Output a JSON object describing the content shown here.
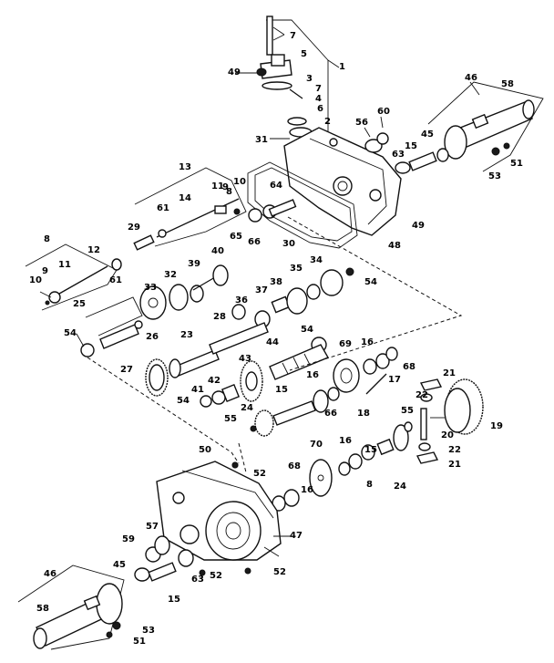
{
  "diagram": {
    "callouts": [
      {
        "id": "c1",
        "text": "1"
      },
      {
        "id": "c2",
        "text": "2"
      },
      {
        "id": "c3",
        "text": "3"
      },
      {
        "id": "c5",
        "text": "5"
      },
      {
        "id": "c6",
        "text": "6"
      },
      {
        "id": "c7a",
        "text": "7"
      },
      {
        "id": "c7b",
        "text": "7"
      },
      {
        "id": "c4",
        "text": "4"
      },
      {
        "id": "c49a",
        "text": "49"
      },
      {
        "id": "c31",
        "text": "31"
      },
      {
        "id": "c56",
        "text": "56"
      },
      {
        "id": "c60",
        "text": "60"
      },
      {
        "id": "c46a",
        "text": "46"
      },
      {
        "id": "c58a",
        "text": "58"
      },
      {
        "id": "c45a",
        "text": "45"
      },
      {
        "id": "c15a",
        "text": "15"
      },
      {
        "id": "c63a",
        "text": "63"
      },
      {
        "id": "c53a",
        "text": "53"
      },
      {
        "id": "c51a",
        "text": "51"
      },
      {
        "id": "c13",
        "text": "13"
      },
      {
        "id": "c9",
        "text": "9"
      },
      {
        "id": "c10a",
        "text": "10"
      },
      {
        "id": "c11a",
        "text": "11"
      },
      {
        "id": "c8a",
        "text": "8"
      },
      {
        "id": "c14",
        "text": "14"
      },
      {
        "id": "c64",
        "text": "64"
      },
      {
        "id": "c49b",
        "text": "49"
      },
      {
        "id": "c48",
        "text": "48"
      },
      {
        "id": "c29",
        "text": "29"
      },
      {
        "id": "c61a",
        "text": "61"
      },
      {
        "id": "c65",
        "text": "65"
      },
      {
        "id": "c66a",
        "text": "66"
      },
      {
        "id": "c30",
        "text": "30"
      },
      {
        "id": "c8b",
        "text": "8"
      },
      {
        "id": "c12",
        "text": "12"
      },
      {
        "id": "c10b",
        "text": "10"
      },
      {
        "id": "c9b",
        "text": "9"
      },
      {
        "id": "c11b",
        "text": "11"
      },
      {
        "id": "c61b",
        "text": "61"
      },
      {
        "id": "c32",
        "text": "32"
      },
      {
        "id": "c39",
        "text": "39"
      },
      {
        "id": "c40",
        "text": "40"
      },
      {
        "id": "c35",
        "text": "35"
      },
      {
        "id": "c34",
        "text": "34"
      },
      {
        "id": "c54a",
        "text": "54"
      },
      {
        "id": "c33",
        "text": "33"
      },
      {
        "id": "c36",
        "text": "36"
      },
      {
        "id": "c37",
        "text": "37"
      },
      {
        "id": "c38",
        "text": "38"
      },
      {
        "id": "c25",
        "text": "25"
      },
      {
        "id": "c26",
        "text": "26"
      },
      {
        "id": "c54b",
        "text": "54"
      },
      {
        "id": "c23",
        "text": "23"
      },
      {
        "id": "c28",
        "text": "28"
      },
      {
        "id": "c54c",
        "text": "54"
      },
      {
        "id": "c69",
        "text": "69"
      },
      {
        "id": "c16a",
        "text": "16"
      },
      {
        "id": "c44",
        "text": "44"
      },
      {
        "id": "c27",
        "text": "27"
      },
      {
        "id": "c43",
        "text": "43"
      },
      {
        "id": "c68a",
        "text": "68"
      },
      {
        "id": "c21a",
        "text": "21"
      },
      {
        "id": "c41",
        "text": "41"
      },
      {
        "id": "c42",
        "text": "42"
      },
      {
        "id": "c16b",
        "text": "16"
      },
      {
        "id": "c22a",
        "text": "22"
      },
      {
        "id": "c17",
        "text": "17"
      },
      {
        "id": "c54d",
        "text": "54"
      },
      {
        "id": "c15b",
        "text": "15"
      },
      {
        "id": "c24a",
        "text": "24"
      },
      {
        "id": "c66b",
        "text": "66"
      },
      {
        "id": "c18",
        "text": "18"
      },
      {
        "id": "c55a",
        "text": "55"
      },
      {
        "id": "c19",
        "text": "19"
      },
      {
        "id": "c55b",
        "text": "55"
      },
      {
        "id": "c20",
        "text": "20"
      },
      {
        "id": "c70",
        "text": "70"
      },
      {
        "id": "c16c",
        "text": "16"
      },
      {
        "id": "c15c",
        "text": "15"
      },
      {
        "id": "c22b",
        "text": "22"
      },
      {
        "id": "c50",
        "text": "50"
      },
      {
        "id": "c68b",
        "text": "68"
      },
      {
        "id": "c8c",
        "text": "8"
      },
      {
        "id": "c24b",
        "text": "24"
      },
      {
        "id": "c21b",
        "text": "21"
      },
      {
        "id": "c52a",
        "text": "52"
      },
      {
        "id": "c16d",
        "text": "16"
      },
      {
        "id": "c57",
        "text": "57"
      },
      {
        "id": "c47",
        "text": "47"
      },
      {
        "id": "c59",
        "text": "59"
      },
      {
        "id": "c45b",
        "text": "45"
      },
      {
        "id": "c46b",
        "text": "46"
      },
      {
        "id": "c63b",
        "text": "63"
      },
      {
        "id": "c52b",
        "text": "52"
      },
      {
        "id": "c52c",
        "text": "52"
      },
      {
        "id": "c15d",
        "text": "15"
      },
      {
        "id": "c58b",
        "text": "58"
      },
      {
        "id": "c53b",
        "text": "53"
      },
      {
        "id": "c51b",
        "text": "51"
      }
    ]
  }
}
